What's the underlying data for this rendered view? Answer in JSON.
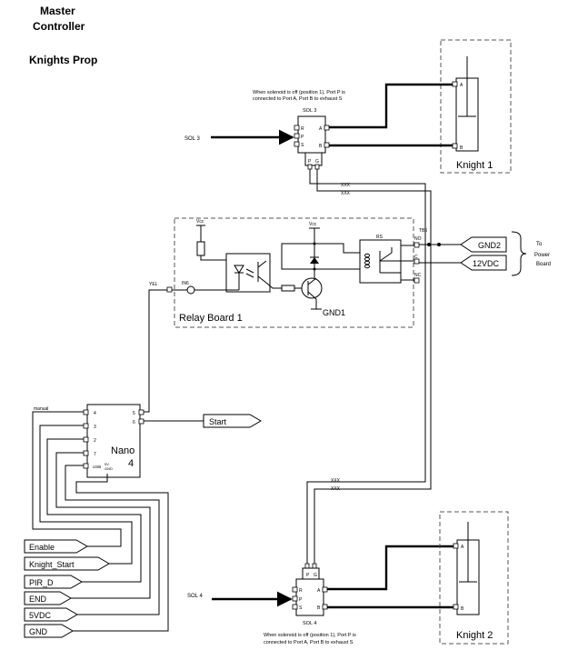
{
  "header": {
    "line1": "Master",
    "line2": "Controller",
    "subtitle": "Knights Prop"
  },
  "sol3": {
    "label": "SOL 3",
    "block_label": "SOL 3",
    "note_line1": "When solenoid is off (position 1), Port P is",
    "note_line2": "connected to Port A, Port B to exhaust S",
    "pins_left": [
      "R",
      "P",
      "S"
    ],
    "pins_right": [
      "A",
      "B"
    ],
    "pins_bottom": [
      "P",
      "G"
    ]
  },
  "sol4": {
    "label": "SOL 4",
    "block_label": "SOL 4",
    "note_line1": "When solenoid is off (position 1), Port P is",
    "note_line2": "connected to Port A, Port B to exhaust S",
    "pins_left": [
      "R",
      "P",
      "S"
    ],
    "pins_right": [
      "A",
      "B"
    ],
    "pins_top": [
      "P",
      "G"
    ]
  },
  "knight1": {
    "label": "Knight 1",
    "port_a": "A",
    "port_b": "B"
  },
  "knight2": {
    "label": "Knight 2",
    "port_a": "A",
    "port_b": "B"
  },
  "cable": {
    "x1": "XXX",
    "x2": "XXX"
  },
  "relay_board": {
    "label": "Relay Board 1",
    "vcc1": "Vcc",
    "vcc2": "Vcc",
    "relay": "RS",
    "tb": "TB6",
    "no": "NO",
    "com": "C",
    "nc": "NC",
    "in": "IN6",
    "gnd": "GND1",
    "yel": "YEL"
  },
  "power": {
    "gnd2": "GND2",
    "v12": "12VDC",
    "to_line1": "To",
    "to_line2": "Power",
    "to_line3": "Board"
  },
  "nano": {
    "label_line1": "Nano",
    "label_line2": "4",
    "manual": "manual",
    "left_pins": [
      "4",
      "3",
      "2",
      "7",
      "USB"
    ],
    "right_pins": [
      "5",
      "6"
    ],
    "pwr_pins": [
      "5V",
      "GND"
    ]
  },
  "signals": {
    "start": "Start",
    "enable": "Enable",
    "knight_start": "Knight_Start",
    "pir_d": "PIR_D",
    "end": "END",
    "v5": "5VDC",
    "gnd": "GND"
  },
  "colors": {
    "line": "#000000",
    "dash": "#555555",
    "background": "#ffffff"
  }
}
